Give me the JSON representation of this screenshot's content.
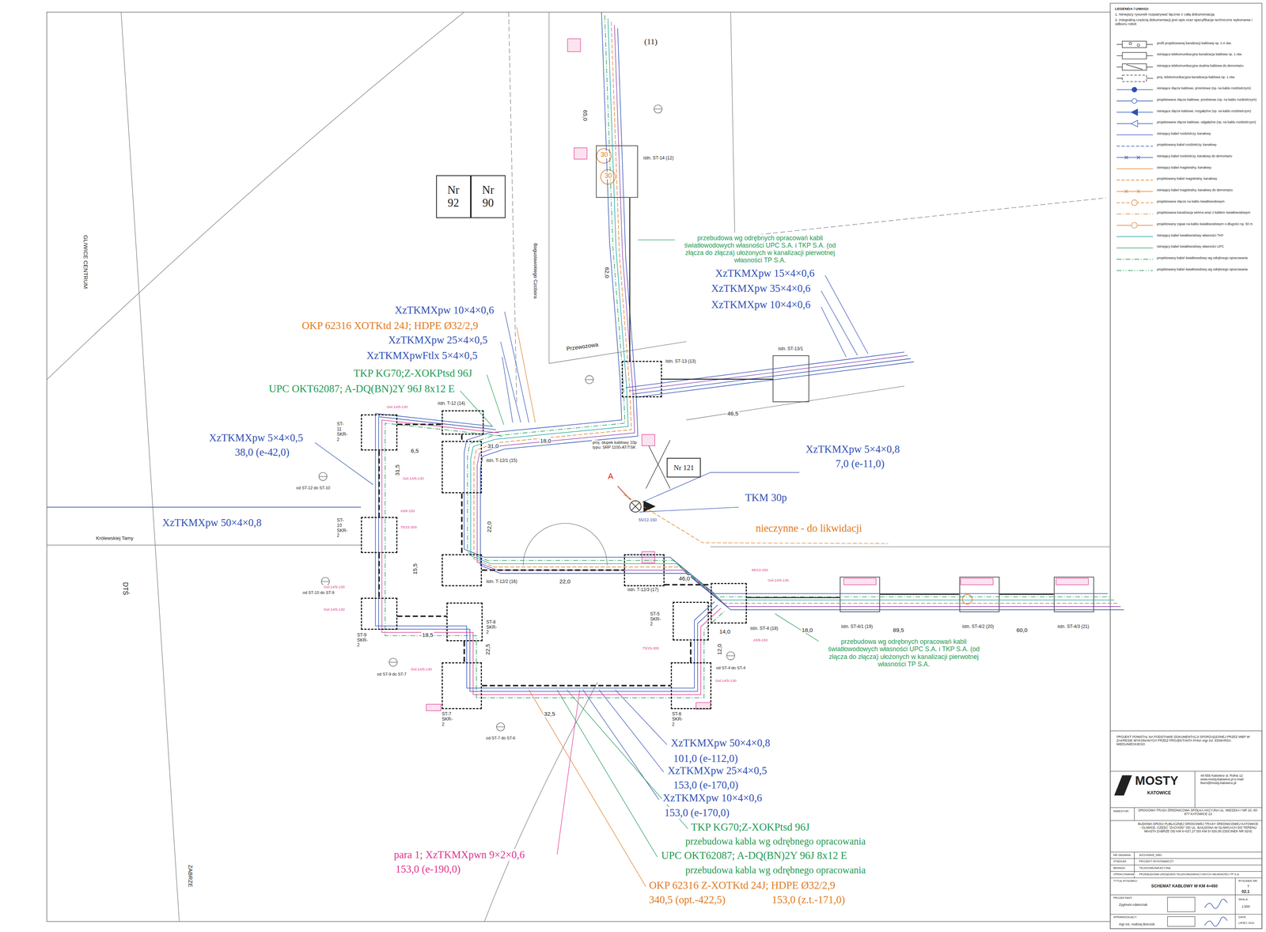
{
  "diagram": {
    "title": "SCHEMAT KABLOWY W KM 4+450",
    "nodes": [
      {
        "text": [
          "Nr",
          "92"
        ]
      },
      {
        "text": [
          "Nr",
          "90"
        ]
      },
      {
        "text": [
          "Nr 121"
        ]
      },
      {
        "text": [
          "istn. ST-14 (12)"
        ]
      },
      {
        "text": [
          "istn. ST-13 (13)"
        ]
      },
      {
        "text": [
          "istn. ST-13/1"
        ]
      },
      {
        "text": [
          "istn. T-12 (14)"
        ]
      },
      {
        "text": [
          "istn. T-12/1 (15)"
        ]
      },
      {
        "text": [
          "ST-11 SKR-2"
        ]
      },
      {
        "text": [
          "ST-10 SKR-2"
        ]
      },
      {
        "text": [
          "istn. T-12/2 (16)"
        ]
      },
      {
        "text": [
          "istn. T-12/3 (17)"
        ]
      },
      {
        "text": [
          "ST-9 SKR-2"
        ]
      },
      {
        "text": [
          "ST-8 SKR-2"
        ]
      },
      {
        "text": [
          "ST-5 SKR-2"
        ]
      },
      {
        "text": [
          "istn. ST-4 (18)"
        ]
      },
      {
        "text": [
          "istn. ST-4/1 (19)"
        ]
      },
      {
        "text": [
          "istn. ST-4/2 (20)"
        ]
      },
      {
        "text": [
          "istn. ST-4/3 (21)"
        ]
      },
      {
        "text": [
          "ST-7 SKR-2"
        ]
      },
      {
        "text": [
          "ST-6 SKR-2"
        ]
      }
    ],
    "edges": [
      {
        "from": 8,
        "to": 6,
        "arrow": "none"
      },
      {
        "from": 6,
        "to": 7,
        "arrow": "none"
      },
      {
        "from": 7,
        "to": 10,
        "arrow": "none"
      },
      {
        "from": 10,
        "to": 11,
        "arrow": "none"
      },
      {
        "from": 11,
        "to": 15,
        "arrow": "none"
      },
      {
        "from": 15,
        "to": 16,
        "arrow": "none"
      },
      {
        "from": 16,
        "to": 17,
        "arrow": "none"
      },
      {
        "from": 17,
        "to": 18,
        "arrow": "none"
      },
      {
        "from": 8,
        "to": 9,
        "arrow": "none"
      },
      {
        "from": 9,
        "to": 12,
        "arrow": "none"
      },
      {
        "from": 12,
        "to": 13,
        "arrow": "none"
      },
      {
        "from": 13,
        "to": 19,
        "arrow": "none"
      },
      {
        "from": 19,
        "to": 20,
        "arrow": "none"
      },
      {
        "from": 20,
        "to": 14,
        "arrow": "none"
      },
      {
        "from": 14,
        "to": 15,
        "arrow": "none"
      },
      {
        "from": 3,
        "to": 4,
        "arrow": "none"
      },
      {
        "from": 4,
        "to": 5,
        "arrow": "none"
      }
    ],
    "labels": [
      "(11)",
      "65,0",
      "62,0",
      "Przewozowa",
      "Bogusławskiego Czcibora",
      "46,5",
      "18,0",
      "6,5",
      "31,0",
      "31,5",
      "22,0",
      "15,5",
      "22,0",
      "46,0",
      "14,0",
      "18,0",
      "89,5",
      "60,0",
      "18,5",
      "22,5",
      "12,0",
      "32,5",
      "GLIWICE CENTRUM",
      "ZABRZE",
      "DTŚ",
      "Królewskiej Tamy",
      "proj. słupek kablowy 10p typu: SRP 1100-AT/TSK",
      "A",
      "55/12-150",
      "od ST-12 do ST-10",
      "od ST-10 do ST-9",
      "od ST-9 do ST-7",
      "od ST-7 do ST-6",
      "od ST-4 do ST-4",
      "XzTKMXpw 10×4×0,6",
      "OKP 62316 XOTKtd 24J; HDPE Ø32/2,9",
      "XzTKMXpw 25×4×0,5",
      "XzTKMXpwFtlx 5×4×0,5",
      "TKP KG70;Z-XOKPtsd 96J",
      "UPC OKT62087; A-DQ(BN)2Y 96J 8x12 E",
      "XzTKMXpw 15×4×0,6",
      "XzTKMXpw 35×4×0,6",
      "XzTKMXpw 10×4×0,6",
      "przebudowa wg odrębnych opracowań kabli światłowodowych własności UPC S.A. i TKP S.A. (od złącza do złącza) ułożonych w kanalizacji pierwotnej własności TP S.A.",
      "przebudowa wg odrębnych opracowań kabli światłowodowych własności UPC S.A. i TKP S.A. (od złącza do złącza) ułożonych w kanalizacji pierwotnej własności TP S.A.",
      "XzTKMXpw 5×4×0,5",
      "38,0 (e-42,0)",
      "XzTKMXpw 50×4×0,8",
      "XzTKMXpw 5×4×0,8",
      "7,0 (e-11,0)",
      "TKM 30p",
      "nieczynne - do likwidacji",
      "XzTKMXpw 50×4×0,8",
      "101,0 (e-112,0)",
      "XzTKMXpw 25×4×0,5",
      "153,0 (e-170,0)",
      "XzTKMXpw 10×4×0,6",
      "153,0 (e-170,0)",
      "TKP KG70;Z-XOKPtsd 96J",
      "przebudowa kabla wg odrębnego opracowania",
      "UPC OKT62087; A-DQ(BN)2Y 96J 8x12 E",
      "przebudowa kabla wg odrębnego opracowania",
      "para 1; XzTKMXpwn 9×2×0,6",
      "153,0 (e-190,0)",
      "OKP 62316 Z-XOTKtd 24J; HDPE Ø32/2,9",
      "340,5 (opt.-422,5)",
      "153,0 (z.t.-171,0)",
      "Gel.14/5-130",
      "Gel.14/5-130",
      "43/8-150",
      "75/15-300",
      "Gel.14/5-130",
      "Gel.14/5-130",
      "Gel.14/5-130",
      "Gel.14/5-130",
      "95/13-150",
      "75/15-300",
      "43/8-150",
      "Gel.14/5-130",
      "30",
      "30",
      "LEGENDA / UWAGI:",
      "1. Niniejszy rysunek rozpatrywać łącznie z całą dokumentacją",
      "2. Integralną częścią dokumentacji jest opis oraz specyfikacje techniczne wykonania i odbioru robót",
      "PROJEKT POWSTAŁ NA PODSTAWIE DOKUMENTACJI SPORZĄDZONEJ PRZEZ WBP W ZAKRESIE WYKONANYCH PRZEZ PROJEKTANTA PANA mgr inż. EDWARDA MIEDUNIECKIEGO",
      "MOSTY",
      "KATOWICE",
      "40-555 Katowice ul. Rolna 12 www.mosty.katowice.pl e-mail: biuro@mosty.katowice.pl",
      "INWESTOR:",
      "DROGOWA TRASA ŚREDNICOWA SPÓŁKA AKCYJNA UL. MIESZKA I NR 10, 40-877 KATOWICE 22",
      "BUDOWA DROGI PUBLICZNEJ DROGOWEJ TRASY ŚREDNICOWEJ KATOWICE - GLIWICE, CZĘŚĆ \"ZACHÓD\" OD UL. BAILDONA W GLIWICACH DO TERENU MIASTA ZABRZE OD KM 4+027,27 DO KM 5+320,00 (ODCINEK NR 02/4)",
      "NR ZADANIA:",
      "4021/00605_0851",
      "STADIUM:",
      "PROJEKT WYKONAWCZY",
      "BRANŻA:",
      "TELEKOMUNIKACYJNA",
      "OPRACOWANIE:",
      "PRZEBUDOWA URZĄDZEŃ TELEKOMUNIKACYJNYCH WŁASNOŚCI TP S.A.",
      "TYTUŁ RYSUNKU:",
      "RYSUNEK NR:",
      "T",
      "02.1",
      "PROJEKTANT:",
      "Zygmunt Adamczak",
      "SKALA:",
      "1:500",
      "SPRAWDZAJĄCY:",
      "mgr inż. Andrzej Borczok",
      "DATA:",
      "LIPIEC 2011"
    ],
    "legend": [
      {
        "text": "profil projektowanej kanalizacji kablowej np. o 4 otw."
      },
      {
        "text": "istniejąca telekomunikacyjna kanalizacja kablowa np. 1 otw."
      },
      {
        "text": "istniejąca telekomunikacyjna studnia kablowa do demontażu"
      },
      {
        "text": "proj. telekomunikacyjna kanalizacja kablowa np. 1 otw."
      },
      {
        "text": "istniejące złącze kablowe, przelotowe (np. na kablu rozdzielczym)"
      },
      {
        "text": "projektowane złącze kablowe, przelotowe (np. na kablu rozdzielczym)"
      },
      {
        "text": "istniejące złącze kablowe, rozgałęźne (np. na kablu rozdzielczym)"
      },
      {
        "text": "projektowane złącze kablowe, odgałęźne (np. na kablu rozdzielczym)"
      },
      {
        "text": "istniejący kabel rozdzielczy, kanałowy"
      },
      {
        "text": "projektowany kabel rozdzielczy, kanałowy"
      },
      {
        "text": "istniejący kabel rozdzielczy, kanałowy do demontażu"
      },
      {
        "text": "istniejący kabel magistralny, kanałowy"
      },
      {
        "text": "projektowany kabel magistralny, kanałowy"
      },
      {
        "text": "istniejący kabel magistralny, kanałowy do demontażu"
      },
      {
        "text": "projektowane złącze na kablu światłowodowym"
      },
      {
        "text": "projektowana kanalizacja wtórna wraz z kablem światłowodowym"
      },
      {
        "text": "projektowany zapas na kablu światłowodowym o długości np. 50 m"
      },
      {
        "text": "istniejący kabel światłowodowy własności TKP"
      },
      {
        "text": "istniejący kabel światłowodowy własności UPC"
      },
      {
        "text": "projektowany kabel światłowodowy wg odrębnego opracowania"
      },
      {
        "text": "projektowany kabel światłowodowy wg odrębnego opracowania"
      }
    ]
  }
}
